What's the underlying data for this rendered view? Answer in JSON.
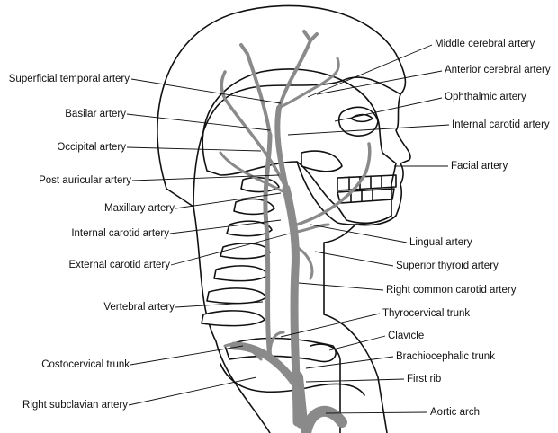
{
  "labels_left": [
    {
      "text": "Superficial temporal artery"
    },
    {
      "text": "Basilar artery"
    },
    {
      "text": "Occipital artery"
    },
    {
      "text": "Post auricular artery"
    },
    {
      "text": "Maxillary artery"
    },
    {
      "text": "Internal carotid artery"
    },
    {
      "text": "External carotid artery"
    },
    {
      "text": "Vertebral artery"
    },
    {
      "text": "Costocervical trunk"
    },
    {
      "text": "Right subclavian artery"
    }
  ],
  "labels_right": [
    {
      "text": "Middle cerebral artery"
    },
    {
      "text": "Anterior cerebral artery"
    },
    {
      "text": "Ophthalmic artery"
    },
    {
      "text": "Internal carotid artery"
    },
    {
      "text": "Facial artery"
    },
    {
      "text": "Lingual artery"
    },
    {
      "text": "Superior thyroid artery"
    },
    {
      "text": "Right common carotid artery"
    },
    {
      "text": "Thyrocervical trunk"
    },
    {
      "text": "Clavicle"
    },
    {
      "text": "Brachiocephalic trunk"
    },
    {
      "text": "First rib"
    },
    {
      "text": "Aortic arch"
    }
  ],
  "colors": {
    "artery": "#8a8a8a",
    "outline": "#111111"
  }
}
